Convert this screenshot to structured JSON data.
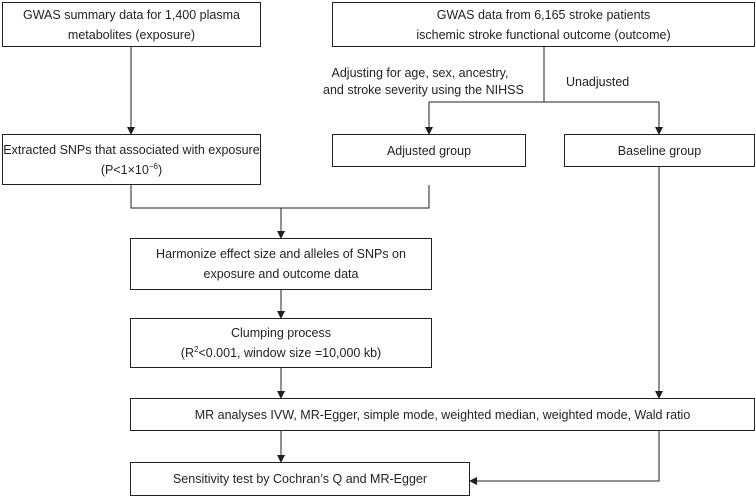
{
  "boxes": {
    "exposure_source": [
      "GWAS summary data for 1,400 plasma",
      "metabolites (exposure)"
    ],
    "outcome_source": [
      "GWAS data from 6,165 stroke patients",
      "ischemic stroke functional outcome (outcome)"
    ],
    "extracted_snps": {
      "line1": "Extracted SNPs that associated with exposure",
      "threshold_prefix": "(P<1×10",
      "threshold_exp": "−6",
      "threshold_suffix": ")"
    },
    "adjusted_group": "Adjusted group",
    "baseline_group": "Baseline group",
    "harmonize": [
      "Harmonize effect size and alleles of SNPs on",
      "exposure and outcome data"
    ],
    "clumping": {
      "line1": "Clumping process",
      "r_prefix": "(R",
      "r_exp": "2",
      "r_suffix": "<0.001, window size =10,000 kb)"
    },
    "mr_analyses": "MR analyses IVW, MR-Egger, simple mode, weighted median, weighted mode, Wald ratio",
    "sensitivity": "Sensitivity test by Cochran’s Q and MR-Egger"
  },
  "labels": {
    "adjusting": [
      "Adjusting for age, sex, ancestry,",
      "and stroke severity using the NIHSS"
    ],
    "unadjusted": "Unadjusted"
  }
}
